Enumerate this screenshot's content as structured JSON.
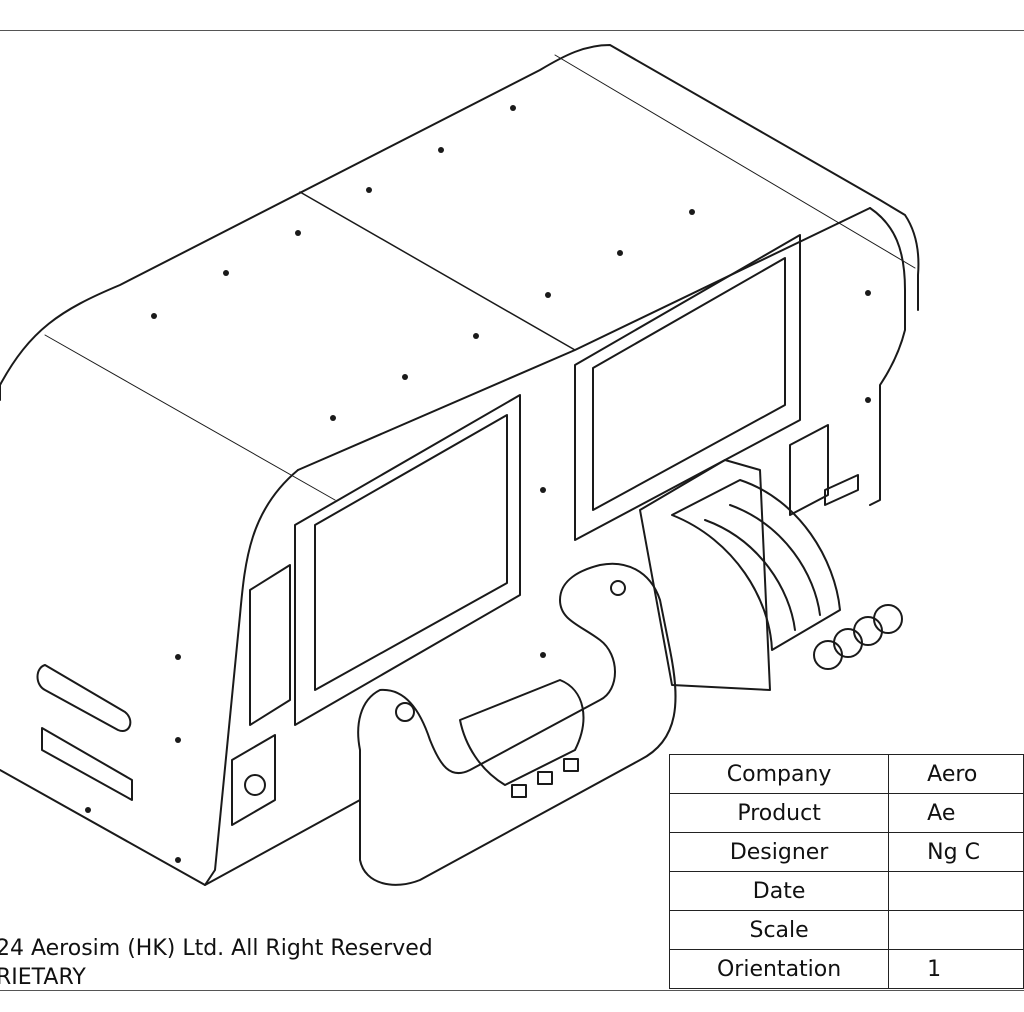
{
  "footer": {
    "copyright": "24 Aerosim (HK) Ltd. All Right Reserved",
    "proprietary": "RIETARY"
  },
  "title_block": {
    "rows": [
      {
        "label": "Company",
        "value": "Aero"
      },
      {
        "label": "Product",
        "value": "Ae"
      },
      {
        "label": "Designer",
        "value": "Ng C"
      },
      {
        "label": "Date",
        "value": ""
      },
      {
        "label": "Scale",
        "value": ""
      },
      {
        "label": "Orientation",
        "value": "1"
      }
    ]
  },
  "colors": {
    "line": "#1a1a1a",
    "background": "#ffffff"
  }
}
